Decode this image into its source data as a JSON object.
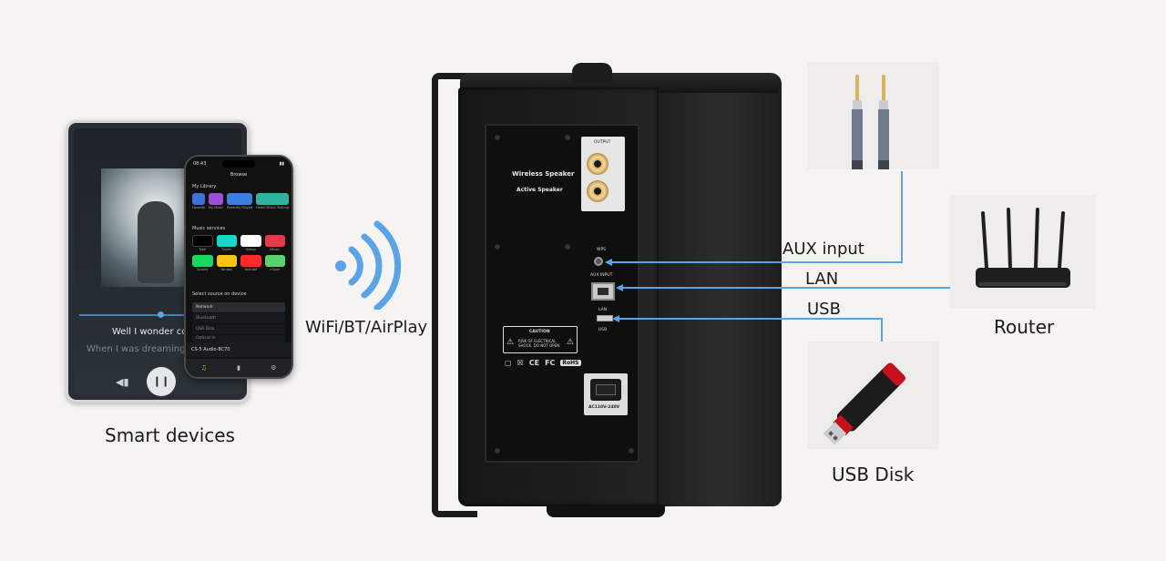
{
  "devices": {
    "label": "Smart devices",
    "tablet": {
      "lyric_current": "Well I wonder could",
      "lyric_next": "When I was dreaming abo"
    },
    "phone": {
      "time": "08:43",
      "screen_title": "Browse",
      "my_library": "My Library",
      "library_items": [
        "Favorite",
        "My Music",
        "Recently Played",
        "Home Music Sharing"
      ],
      "music_services": "Music services",
      "service_items": [
        "Tidal",
        "TuneIn",
        "Qobuz",
        "iMusic",
        "Spotify",
        "Yandex",
        "Youtube",
        "vTuner"
      ],
      "select_source": "Select source on device",
      "sources": [
        "Network",
        "Bluetooth",
        "USB Disk",
        "Optical In"
      ],
      "now_playing": "CS-5 Audio-8C70"
    }
  },
  "wireless": {
    "label": "WiFi/BT/AirPlay"
  },
  "speaker": {
    "line1": "Wireless Speaker",
    "line2": "Active Speaker",
    "output": "OUTPUT",
    "wps": "WPS",
    "aux_port": "AUX INPUT",
    "lan_port": "LAN",
    "usb_port": "USB",
    "caution_title": "CAUTION",
    "caution_text": "RISK OF ELECTRICAL SHOCK. DO NOT OPEN",
    "power_rating": "AC110V-240V",
    "cert_marks": [
      "CE",
      "FC",
      "RoHS"
    ]
  },
  "connections": {
    "aux": "AUX input",
    "lan": "LAN",
    "usb": "USB"
  },
  "peripherals": {
    "router": "Router",
    "usb_disk": "USB Disk"
  },
  "colors": {
    "connector_line": "#5aa3e6",
    "background": "#f6f4f2"
  }
}
